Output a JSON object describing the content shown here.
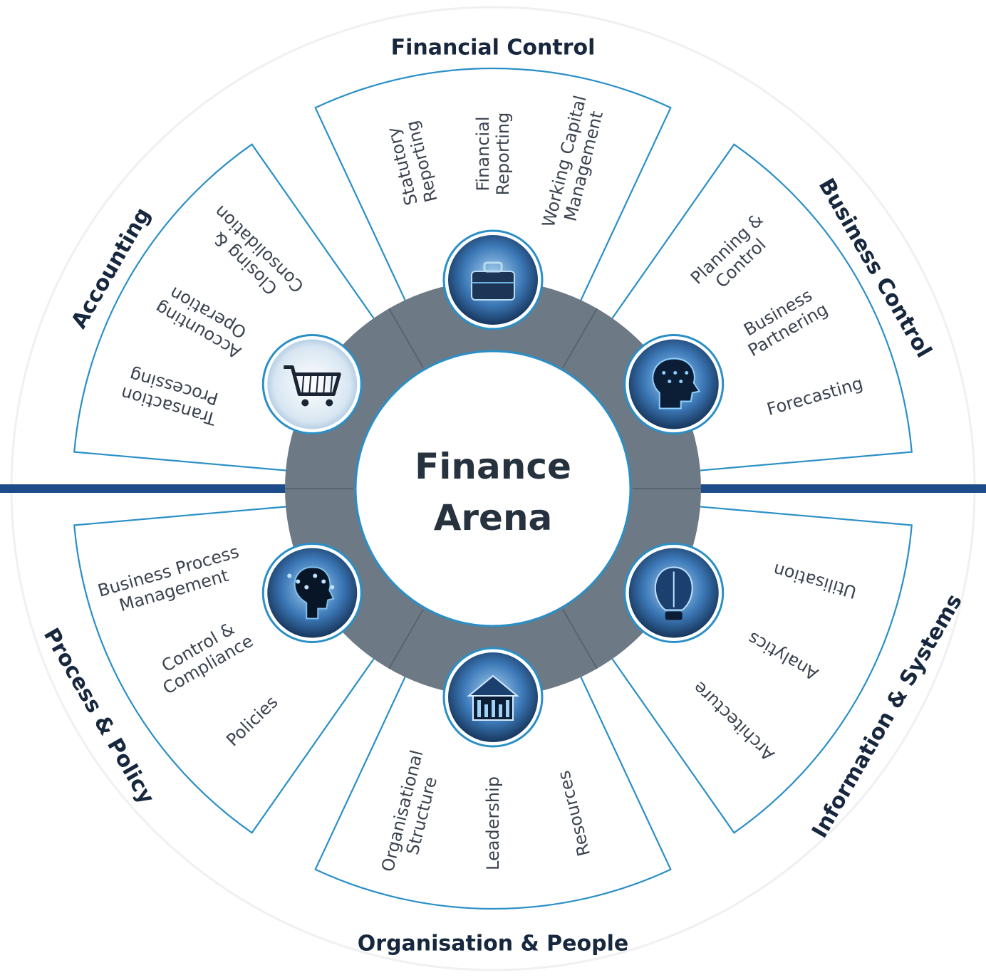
{
  "center": {
    "title_line1": "Finance",
    "title_line2": "Arena"
  },
  "colors": {
    "accent": "#2a8fc6",
    "divider": "#1e4c8a",
    "hub": "#6d7a85",
    "text": "#3b4350",
    "heading": "#17273e"
  },
  "segments": [
    {
      "name": "financial-control",
      "category": "Financial Control",
      "icon": "briefcase-icon",
      "items": [
        [
          "Statutory",
          "Reporting"
        ],
        [
          "Financial",
          "Reporting"
        ],
        [
          "Working Capital",
          "Management"
        ]
      ]
    },
    {
      "name": "business-control",
      "category": "Business Control",
      "icon": "ai-head-icon",
      "items": [
        [
          "Planning &",
          "Control"
        ],
        [
          "Business",
          "Partnering"
        ],
        [
          "Forecasting"
        ]
      ]
    },
    {
      "name": "information-systems",
      "category": "Information & Systems",
      "icon": "lightbulb-head-icon",
      "items": [
        [
          "Architecture"
        ],
        [
          "Analytics"
        ],
        [
          "Utilisation"
        ]
      ]
    },
    {
      "name": "organisation-people",
      "category": "Organisation & People",
      "icon": "organisation-building-icon",
      "items": [
        [
          "Organisational",
          "Structure"
        ],
        [
          "Leadership"
        ],
        [
          "Resources"
        ]
      ]
    },
    {
      "name": "process-policy",
      "category": "Process & Policy",
      "icon": "digital-head-icon",
      "items": [
        [
          "Business Process",
          "Management"
        ],
        [
          "Control &",
          "Compliance"
        ],
        [
          "Policies"
        ]
      ]
    },
    {
      "name": "accounting",
      "category": "Accounting",
      "icon": "shopping-cart-icon",
      "items": [
        [
          "Transaction",
          "Processing"
        ],
        [
          "Accounting",
          "Operation"
        ],
        [
          "Closing &",
          "Consolidation"
        ]
      ]
    }
  ]
}
